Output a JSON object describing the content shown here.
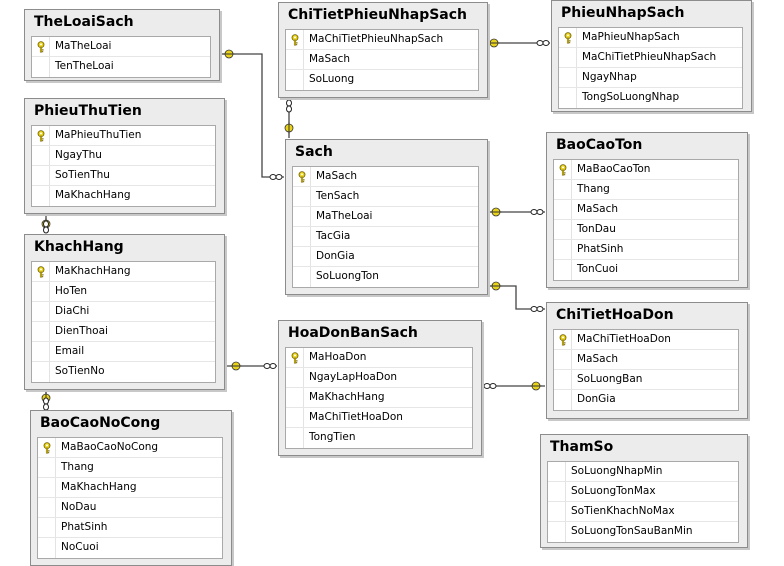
{
  "diagram": {
    "tables": [
      {
        "id": "TheLoaiSach",
        "name": "TheLoaiSach",
        "columns": [
          {
            "name": "MaTheLoai",
            "pk": true
          },
          {
            "name": "TenTheLoai",
            "pk": false
          }
        ]
      },
      {
        "id": "ChiTietPhieuNhapSach",
        "name": "ChiTietPhieuNhapSach",
        "columns": [
          {
            "name": "MaChiTietPhieuNhapSach",
            "pk": true
          },
          {
            "name": "MaSach",
            "pk": false
          },
          {
            "name": "SoLuong",
            "pk": false
          }
        ]
      },
      {
        "id": "PhieuNhapSach",
        "name": "PhieuNhapSach",
        "columns": [
          {
            "name": "MaPhieuNhapSach",
            "pk": true
          },
          {
            "name": "MaChiTietPhieuNhapSach",
            "pk": false
          },
          {
            "name": "NgayNhap",
            "pk": false
          },
          {
            "name": "TongSoLuongNhap",
            "pk": false
          }
        ]
      },
      {
        "id": "PhieuThuTien",
        "name": "PhieuThuTien",
        "columns": [
          {
            "name": "MaPhieuThuTien",
            "pk": true
          },
          {
            "name": "NgayThu",
            "pk": false
          },
          {
            "name": "SoTienThu",
            "pk": false
          },
          {
            "name": "MaKhachHang",
            "pk": false
          }
        ]
      },
      {
        "id": "Sach",
        "name": "Sach",
        "columns": [
          {
            "name": "MaSach",
            "pk": true
          },
          {
            "name": "TenSach",
            "pk": false
          },
          {
            "name": "MaTheLoai",
            "pk": false
          },
          {
            "name": "TacGia",
            "pk": false
          },
          {
            "name": "DonGia",
            "pk": false
          },
          {
            "name": "SoLuongTon",
            "pk": false
          }
        ]
      },
      {
        "id": "BaoCaoTon",
        "name": "BaoCaoTon",
        "columns": [
          {
            "name": "MaBaoCaoTon",
            "pk": true
          },
          {
            "name": "Thang",
            "pk": false
          },
          {
            "name": "MaSach",
            "pk": false
          },
          {
            "name": "TonDau",
            "pk": false
          },
          {
            "name": "PhatSinh",
            "pk": false
          },
          {
            "name": "TonCuoi",
            "pk": false
          }
        ]
      },
      {
        "id": "KhachHang",
        "name": "KhachHang",
        "columns": [
          {
            "name": "MaKhachHang",
            "pk": true
          },
          {
            "name": "HoTen",
            "pk": false
          },
          {
            "name": "DiaChi",
            "pk": false
          },
          {
            "name": "DienThoai",
            "pk": false
          },
          {
            "name": "Email",
            "pk": false
          },
          {
            "name": "SoTienNo",
            "pk": false
          }
        ]
      },
      {
        "id": "HoaDonBanSach",
        "name": "HoaDonBanSach",
        "columns": [
          {
            "name": "MaHoaDon",
            "pk": true
          },
          {
            "name": "NgayLapHoaDon",
            "pk": false
          },
          {
            "name": "MaKhachHang",
            "pk": false
          },
          {
            "name": "MaChiTietHoaDon",
            "pk": false
          },
          {
            "name": "TongTien",
            "pk": false
          }
        ]
      },
      {
        "id": "ChiTietHoaDon",
        "name": "ChiTietHoaDon",
        "columns": [
          {
            "name": "MaChiTietHoaDon",
            "pk": true
          },
          {
            "name": "MaSach",
            "pk": false
          },
          {
            "name": "SoLuongBan",
            "pk": false
          },
          {
            "name": "DonGia",
            "pk": false
          }
        ]
      },
      {
        "id": "BaoCaoNoCong",
        "name": "BaoCaoNoCong",
        "columns": [
          {
            "name": "MaBaoCaoNoCong",
            "pk": true
          },
          {
            "name": "Thang",
            "pk": false
          },
          {
            "name": "MaKhachHang",
            "pk": false
          },
          {
            "name": "NoDau",
            "pk": false
          },
          {
            "name": "PhatSinh",
            "pk": false
          },
          {
            "name": "NoCuoi",
            "pk": false
          }
        ]
      },
      {
        "id": "ThamSo",
        "name": "ThamSo",
        "columns": [
          {
            "name": "SoLuongNhapMin",
            "pk": false
          },
          {
            "name": "SoLuongTonMax",
            "pk": false
          },
          {
            "name": "SoTienKhachNoMax",
            "pk": false
          },
          {
            "name": "SoLuongTonSauBanMin",
            "pk": false
          }
        ]
      }
    ],
    "relationships": [
      {
        "one": "TheLoaiSach",
        "many": "Sach"
      },
      {
        "one": "Sach",
        "many": "ChiTietPhieuNhapSach"
      },
      {
        "one": "PhieuNhapSach",
        "many": "ChiTietPhieuNhapSach"
      },
      {
        "one": "Sach",
        "many": "BaoCaoTon"
      },
      {
        "one": "Sach",
        "many": "ChiTietHoaDon"
      },
      {
        "one": "ChiTietHoaDon",
        "many": "HoaDonBanSach"
      },
      {
        "one": "KhachHang",
        "many": "HoaDonBanSach"
      },
      {
        "one": "KhachHang",
        "many": "PhieuThuTien"
      },
      {
        "one": "KhachHang",
        "many": "BaoCaoNoCong"
      }
    ],
    "colors": {
      "key_fill": "#e8d21a",
      "connector": "#444444",
      "table_bg": "#ececec",
      "table_border": "#8c8c8c"
    }
  }
}
